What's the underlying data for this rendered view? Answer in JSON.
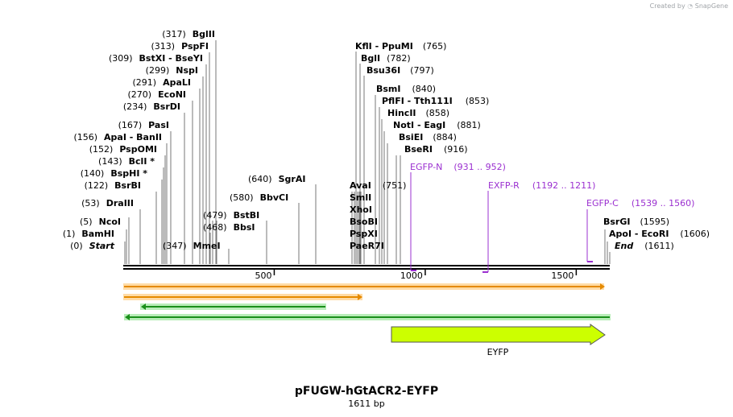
{
  "credit": {
    "prefix": "Created by",
    "brand": "SnapGene"
  },
  "title": "pFUGW-hGtACR2-EYFP",
  "subtitle": "1611 bp",
  "seq_length": 1611,
  "ticks": [
    {
      "pos": 500,
      "label": "500"
    },
    {
      "pos": 1000,
      "label": "1000"
    },
    {
      "pos": 1500,
      "label": "1500"
    }
  ],
  "left_sites": [
    {
      "num": "(0)",
      "name": "Start",
      "style": "bi"
    },
    {
      "num": "(1)",
      "name": "BamHI"
    },
    {
      "num": "(5)",
      "name": "NcoI"
    },
    {
      "num": "(53)",
      "name": "DraIII"
    },
    {
      "num": "(122)",
      "name": "BsrBI"
    },
    {
      "num": "(140)",
      "name": "BspHI *"
    },
    {
      "num": "(143)",
      "name": "BclI *"
    },
    {
      "num": "(152)",
      "name": "PspOMI"
    },
    {
      "num": "(156)",
      "name": "ApaI  - BanII"
    },
    {
      "num": "(167)",
      "name": "PasI"
    },
    {
      "num": "(234)",
      "name": "BsrDI"
    },
    {
      "num": "(270)",
      "name": "EcoNI"
    },
    {
      "num": "(291)",
      "name": "ApaLI"
    },
    {
      "num": "(299)",
      "name": "NspI"
    },
    {
      "num": "(309)",
      "name": "BstXI  - BseYI"
    },
    {
      "num": "(313)",
      "name": "PspFI"
    },
    {
      "num": "(317)",
      "name": "BglII"
    }
  ],
  "mid_sites": [
    {
      "num": "(347)",
      "name": "MmeI",
      "suffix": false
    },
    {
      "num": "(468)",
      "name": "BbsI",
      "suffix": false
    },
    {
      "num": "(479)",
      "name": "BstBI",
      "suffix": false
    },
    {
      "num": "(580)",
      "name": "BbvCI",
      "suffix": false
    },
    {
      "num": "(640)",
      "name": "SgrAI",
      "suffix": false
    }
  ],
  "stack_sites": [
    {
      "name": "PaeR7I"
    },
    {
      "name": "PspXI"
    },
    {
      "name": "BsoBI"
    },
    {
      "name": "XhoI"
    },
    {
      "name": "SmlI"
    },
    {
      "name": "AvaI",
      "num": "(751)"
    }
  ],
  "right_sites": [
    {
      "name": "KflI  - PpuMI",
      "num": "(765)"
    },
    {
      "name": "BglI",
      "num": "(782)"
    },
    {
      "name": "Bsu36I",
      "num": "(797)"
    },
    {
      "name": "BsmI",
      "num": "(840)"
    },
    {
      "name": "PflFI  - Tth111I",
      "num": "(853)"
    },
    {
      "name": "HincII",
      "num": "(858)"
    },
    {
      "name": "NotI  - EagI",
      "num": "(881)"
    },
    {
      "name": "BsiEI",
      "num": "(884)"
    },
    {
      "name": "BseRI",
      "num": "(916)"
    }
  ],
  "end_sites": [
    {
      "name": "BsrGI",
      "num": "(1595)"
    },
    {
      "name": "ApoI  - EcoRI",
      "num": "(1606)"
    },
    {
      "name": "End",
      "num": "(1611)",
      "style": "bi"
    }
  ],
  "primers": [
    {
      "name": "EGFP-N",
      "range": "(931 .. 952)"
    },
    {
      "name": "EXFP-R",
      "range": "(1192 .. 1211)"
    },
    {
      "name": "EGFP-C",
      "range": "(1539 .. 1560)"
    }
  ],
  "feature_label": "EYFP",
  "colors": {
    "primer": "#9b30d0",
    "orange": "#ff9900",
    "green": "#33cc33",
    "eyfp": "#ccff00",
    "line": "#000000"
  }
}
